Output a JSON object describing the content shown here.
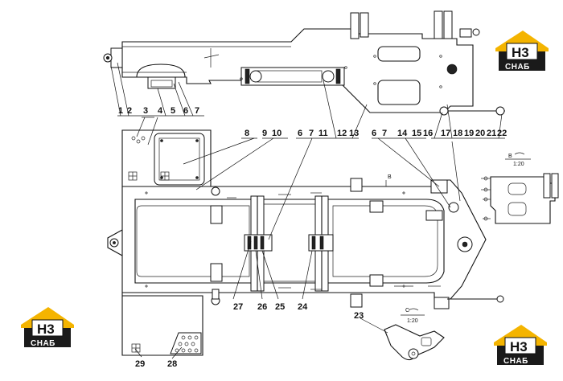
{
  "callouts": [
    "1",
    "2",
    "3",
    "4",
    "5",
    "6",
    "7",
    "8",
    "9",
    "10",
    "6",
    "7",
    "11",
    "12",
    "13",
    "6",
    "7",
    "14",
    "15",
    "16",
    "17",
    "18",
    "19",
    "20",
    "21",
    "22",
    "23",
    "24",
    "25",
    "26",
    "27",
    "28",
    "29"
  ],
  "views": {
    "b": {
      "marker": "B",
      "label": "B",
      "scale": "1:20"
    },
    "c": {
      "label": "C",
      "scale": "1:20"
    }
  },
  "logo": {
    "mark": "H3",
    "text": "СНАБ"
  },
  "colors": {
    "logo_accent": "#f4b400",
    "logo_dark": "#1a1a1a",
    "line": "#111111"
  }
}
